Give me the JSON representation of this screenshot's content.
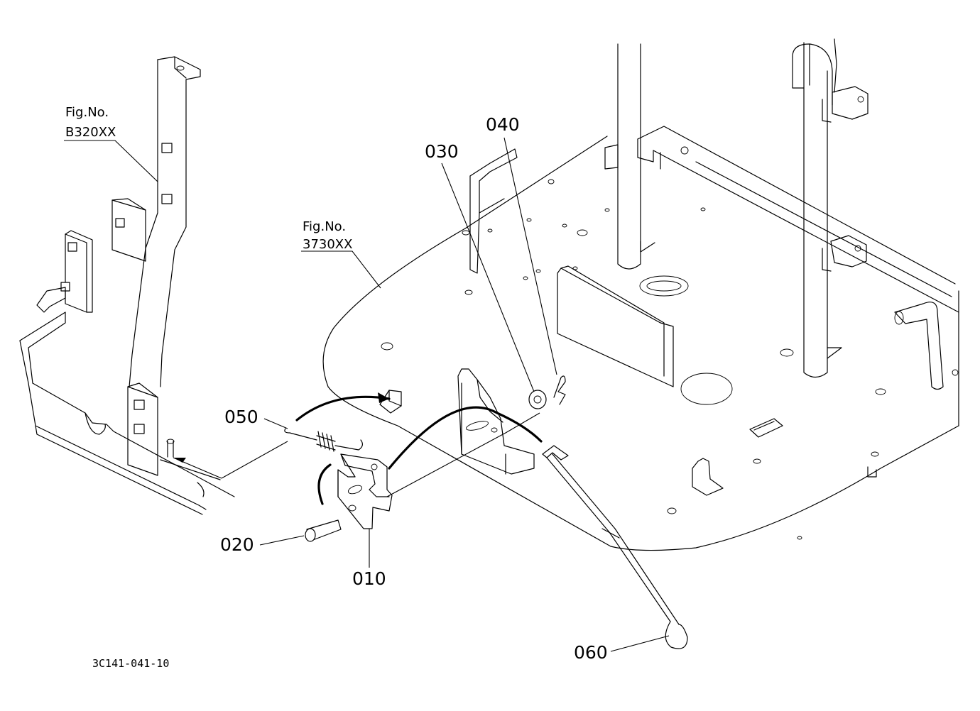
{
  "figure_refs": [
    {
      "id": "b320",
      "line1": "Fig.No.",
      "line2": "B320XX"
    },
    {
      "id": "3730",
      "line1": "Fig.No.",
      "line2": "3730XX"
    }
  ],
  "parts": [
    {
      "id": "p050",
      "label": "050"
    },
    {
      "id": "p030",
      "label": "030"
    },
    {
      "id": "p040",
      "label": "040"
    },
    {
      "id": "p020",
      "label": "020"
    },
    {
      "id": "p010",
      "label": "010"
    },
    {
      "id": "p060",
      "label": "060"
    }
  ],
  "drawing_code": "3C141-041-10"
}
